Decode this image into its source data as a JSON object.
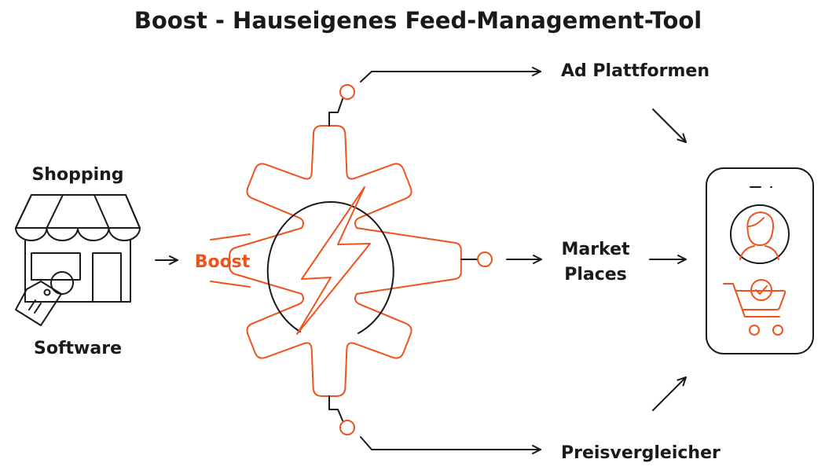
{
  "title": "Boost - Hauseigenes Feed-Management-Tool",
  "source": {
    "label_top": "Shopping",
    "label_bottom": "Software",
    "icon": "store-with-price-tag-icon"
  },
  "center": {
    "label": "Boost",
    "icon": "gear-with-lightning-bolt-icon"
  },
  "outputs": [
    "Ad Plattformen",
    "Market",
    "Places",
    "Preisvergleicher"
  ],
  "target": {
    "icon": "smartphone-with-user-and-cart-icon"
  },
  "colors": {
    "accent": "#f0521e",
    "ink": "#1a1a1a",
    "background": "#ffffff"
  }
}
